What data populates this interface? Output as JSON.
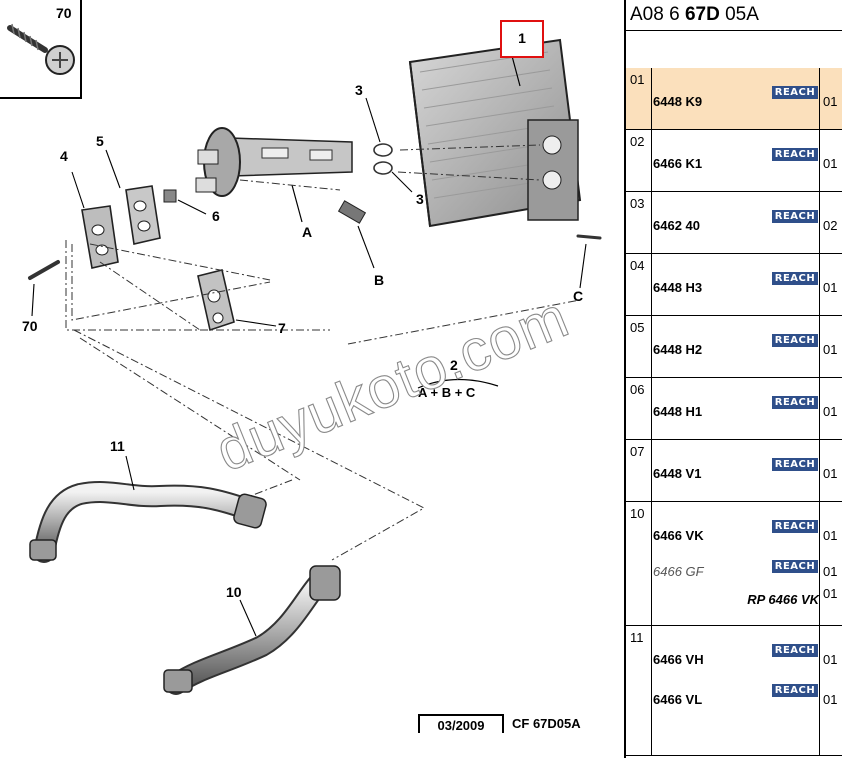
{
  "diagram": {
    "callouts": {
      "c70_top": "70",
      "c1": "1",
      "c3a": "3",
      "c3b": "3",
      "c4": "4",
      "c5": "5",
      "c6": "6",
      "cA": "A",
      "cB": "B",
      "cC": "C",
      "c70": "70",
      "c7": "7",
      "c2": "2",
      "formula": "A + B + C",
      "c11": "11",
      "c10": "10"
    },
    "watermark": "duyukoto.com",
    "date": "03/2009",
    "ref_code": "CF 67D05A",
    "highlight_color": "#e01010"
  },
  "table": {
    "ref_parts": [
      "A08 6 ",
      "67D",
      " 05A"
    ],
    "badge_label": "REACH",
    "rows": [
      {
        "idx": "01",
        "parts": [
          {
            "no": "6448 K9",
            "qty": "01"
          }
        ],
        "selected": true
      },
      {
        "idx": "02",
        "parts": [
          {
            "no": "6466 K1",
            "qty": "01"
          }
        ]
      },
      {
        "idx": "03",
        "parts": [
          {
            "no": "6462 40",
            "qty": "02"
          }
        ]
      },
      {
        "idx": "04",
        "parts": [
          {
            "no": "6448 H3",
            "qty": "01"
          }
        ]
      },
      {
        "idx": "05",
        "parts": [
          {
            "no": "6448 H2",
            "qty": "01"
          }
        ]
      },
      {
        "idx": "06",
        "parts": [
          {
            "no": "6448 H1",
            "qty": "01"
          }
        ]
      },
      {
        "idx": "07",
        "parts": [
          {
            "no": "6448 V1",
            "qty": "01"
          }
        ]
      },
      {
        "idx": "10",
        "parts": [
          {
            "no": "6466 VK",
            "qty": "01"
          },
          {
            "no": "6466 GF",
            "qty": "01",
            "alt": true
          }
        ],
        "rp": "RP 6466 VK",
        "rp_qty": "01"
      },
      {
        "idx": "11",
        "parts": [
          {
            "no": "6466 VH",
            "qty": "01"
          },
          {
            "no": "6466 VL",
            "qty": "01"
          }
        ]
      }
    ],
    "selected_color": "#fbe0bc",
    "badge_color": "#2f4f8a"
  }
}
